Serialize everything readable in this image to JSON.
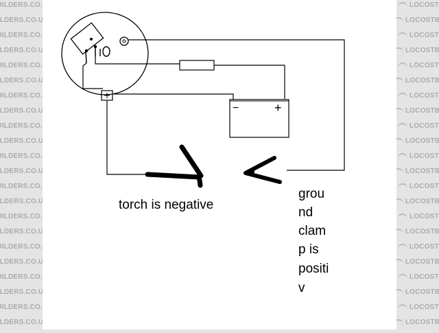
{
  "watermark": {
    "text": "LOCOSTBUILDERS.CO.UK"
  },
  "diagram": {
    "torch_label": "torch is negative",
    "ground_label_lines": [
      "grou",
      "nd",
      "clam",
      "p is",
      "positi",
      "v"
    ],
    "battery_minus": "−",
    "battery_plus": "+"
  }
}
